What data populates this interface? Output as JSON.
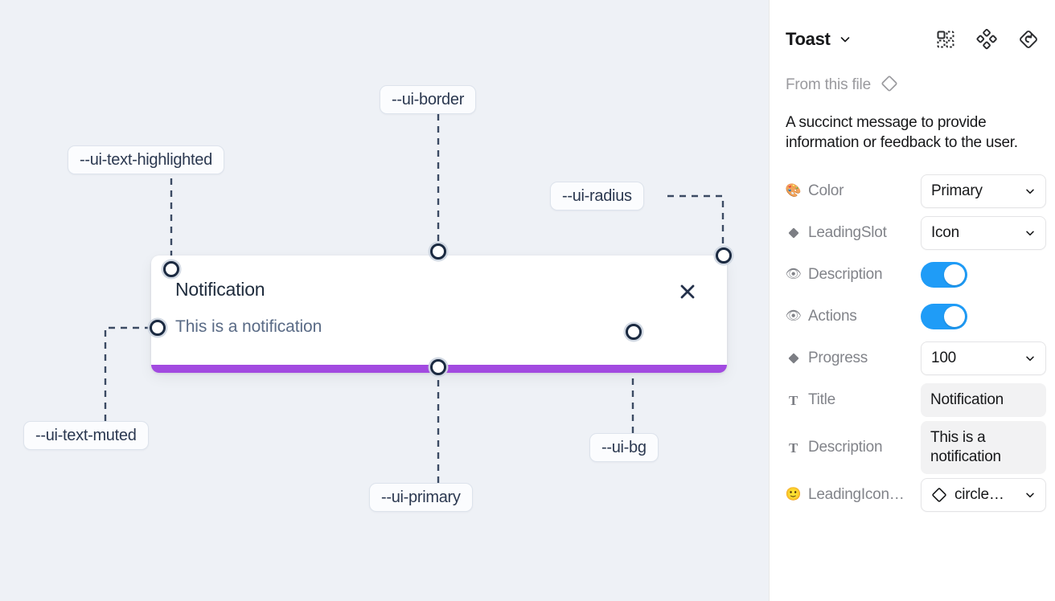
{
  "canvas": {
    "annotations": [
      {
        "id": "ui-text-highlighted",
        "label": "--ui-text-highlighted"
      },
      {
        "id": "ui-border",
        "label": "--ui-border"
      },
      {
        "id": "ui-radius",
        "label": "--ui-radius"
      },
      {
        "id": "ui-text-muted",
        "label": "--ui-text-muted"
      },
      {
        "id": "ui-primary",
        "label": "--ui-primary"
      },
      {
        "id": "ui-bg",
        "label": "--ui-bg"
      }
    ],
    "toast": {
      "title": "Notification",
      "description": "This is a notification",
      "close_icon": "close-icon",
      "progress_color": "#a24ae0",
      "background": "#ffffff"
    },
    "background": "#eef1f6"
  },
  "panel": {
    "title": "Toast",
    "header_icons": [
      "component-icon",
      "variants-icon",
      "reset-instance-icon"
    ],
    "from_file_label": "From this file",
    "description": "A succinct message to provide information or feedback to the user.",
    "properties": [
      {
        "icon": "palette-icon",
        "label": "Color",
        "control": "select",
        "value": "Primary"
      },
      {
        "icon": "diamond-icon",
        "label": "LeadingSlot",
        "control": "select",
        "value": "Icon"
      },
      {
        "icon": "eye-icon",
        "label": "Description",
        "control": "toggle",
        "value": "on"
      },
      {
        "icon": "eye-icon",
        "label": "Actions",
        "control": "toggle",
        "value": "on"
      },
      {
        "icon": "diamond-icon",
        "label": "Progress",
        "control": "select",
        "value": "100"
      },
      {
        "icon": "text-icon",
        "label": "Title",
        "control": "text",
        "value": "Notification"
      },
      {
        "icon": "text-icon",
        "label": "Description",
        "control": "text",
        "value": "This is a notification"
      },
      {
        "icon": "smiley-icon",
        "label": "LeadingIcon…",
        "control": "select-icon",
        "value": "circle…"
      }
    ],
    "accent_color": "#1f9cf7"
  }
}
